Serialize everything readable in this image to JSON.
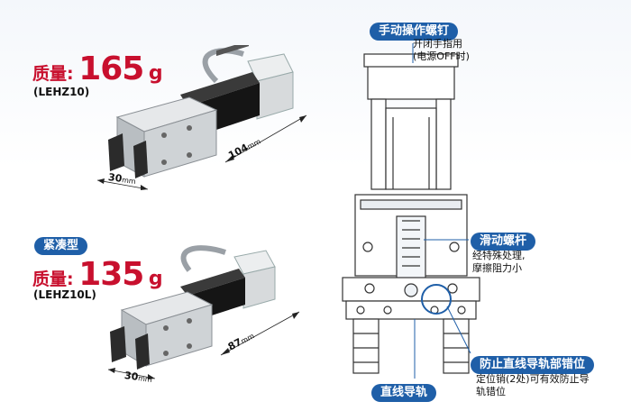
{
  "products": [
    {
      "mass_label": "质量:",
      "mass_value": "165",
      "mass_unit": "g",
      "model": "(LEHZ10)",
      "dim_long": "104",
      "dim_short": "30",
      "dim_unit": "mm"
    },
    {
      "badge": "紧凑型",
      "mass_label": "质量:",
      "mass_value": "135",
      "mass_unit": "g",
      "model": "(LEHZ10L)",
      "dim_long": "87",
      "dim_short": "30",
      "dim_unit": "mm"
    }
  ],
  "callouts": {
    "manual_screw": {
      "title": "手动操作螺钉",
      "lines": [
        "开闭手指用",
        "(电源OFF时)"
      ]
    },
    "slide_screw": {
      "title": "滑动螺杆",
      "lines": [
        "经特殊处理,",
        "摩擦阻力小"
      ]
    },
    "anti_shift": {
      "title": "防止直线导轨部错位",
      "lines": [
        "定位销(2处)可有效防止导",
        "轨错位"
      ]
    },
    "linear_guide": {
      "title": "直线导轨"
    }
  },
  "colors": {
    "accent": "#c8102e",
    "badge_blue": "#1f5fa8"
  }
}
